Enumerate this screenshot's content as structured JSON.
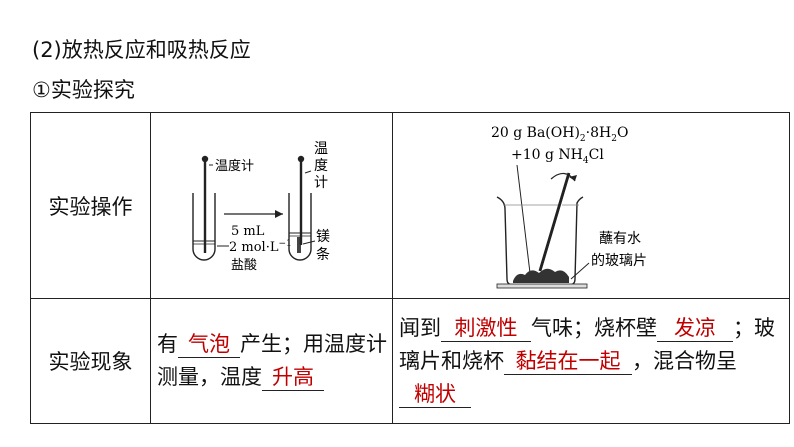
{
  "heading": {
    "section": "(2)放热反应和吸热反应",
    "sub": "①实验探究"
  },
  "table": {
    "row1_label": "实验操作",
    "row2_label": "实验现象",
    "fig1": {
      "thermometer_left": "温度计",
      "thermometer_right_chars": [
        "温",
        "度",
        "计"
      ],
      "reagent_amount": "5 mL",
      "reagent_conc": "2 mol·L",
      "reagent_conc_sup": "−1",
      "reagent_name": "盐酸",
      "metal_chars": [
        "镁",
        "条"
      ]
    },
    "fig2": {
      "reagent1": "20 g Ba(OH)",
      "reagent1_sub": "2",
      "reagent1_tail": "·8H",
      "reagent1_sub2": "2",
      "reagent1_end": "O",
      "reagent2": "+10 g NH",
      "reagent2_sub": "4",
      "reagent2_end": "Cl",
      "glass_note_line1": "蘸有水",
      "glass_note_line2": "的玻璃片"
    },
    "result1": {
      "t1": "有",
      "b1": "气泡",
      "t2": "产生；用温度计测量，温度",
      "b2": "升高"
    },
    "result2": {
      "t1": "闻到",
      "b1": "刺激性",
      "t2": "气味；烧杯壁",
      "b2": "发凉",
      "t3": "；玻璃片和烧杯",
      "b3": "黏结在一起",
      "t4": "，混合物呈",
      "b4": "糊状"
    }
  }
}
